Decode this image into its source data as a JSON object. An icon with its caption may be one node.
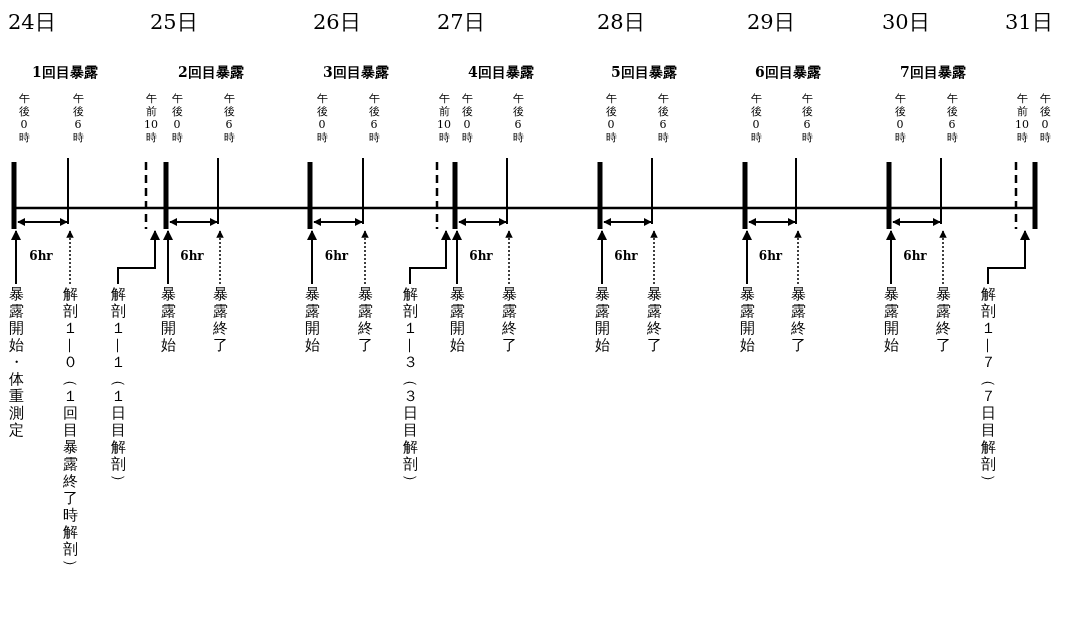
{
  "diagram": {
    "nodes": [
      {
        "text": [
          "暴露開始・体重測定"
        ]
      },
      {
        "text": [
          "解剖１—０（１回目暴露終了時解剖）"
        ]
      },
      {
        "text": [
          "解剖１—１（１日目解剖）"
        ]
      },
      {
        "text": [
          "暴露開始"
        ]
      },
      {
        "text": [
          "暴露終了"
        ]
      },
      {
        "text": [
          "暴露開始"
        ]
      },
      {
        "text": [
          "暴露終了"
        ]
      },
      {
        "text": [
          "解剖１—３（３日目解剖）"
        ]
      },
      {
        "text": [
          "暴露開始"
        ]
      },
      {
        "text": [
          "暴露終了"
        ]
      },
      {
        "text": [
          "暴露開始"
        ]
      },
      {
        "text": [
          "暴露終了"
        ]
      },
      {
        "text": [
          "暴露開始"
        ]
      },
      {
        "text": [
          "暴露終了"
        ]
      },
      {
        "text": [
          "暴露開始"
        ]
      },
      {
        "text": [
          "暴露終了"
        ]
      },
      {
        "text": [
          "解剖１—７（７日目解剖）"
        ]
      }
    ],
    "edges": [
      {
        "from": 0,
        "to": null,
        "arrow": "to"
      },
      {
        "from": 1,
        "to": null,
        "arrow": "to",
        "style": "dashed"
      },
      {
        "from": 2,
        "to": null,
        "arrow": "to"
      },
      {
        "from": 3,
        "to": null,
        "arrow": "to"
      },
      {
        "from": 4,
        "to": null,
        "arrow": "to",
        "style": "dashed"
      },
      {
        "from": 5,
        "to": null,
        "arrow": "to"
      },
      {
        "from": 6,
        "to": null,
        "arrow": "to",
        "style": "dashed"
      },
      {
        "from": 7,
        "to": null,
        "arrow": "to"
      },
      {
        "from": 8,
        "to": null,
        "arrow": "to"
      },
      {
        "from": 9,
        "to": null,
        "arrow": "to",
        "style": "dashed"
      },
      {
        "from": 10,
        "to": null,
        "arrow": "to"
      },
      {
        "from": 11,
        "to": null,
        "arrow": "to",
        "style": "dashed"
      },
      {
        "from": 12,
        "to": null,
        "arrow": "to"
      },
      {
        "from": 13,
        "to": null,
        "arrow": "to",
        "style": "dashed"
      },
      {
        "from": 14,
        "to": null,
        "arrow": "to"
      },
      {
        "from": 15,
        "to": null,
        "arrow": "to",
        "style": "dashed"
      },
      {
        "from": 16,
        "to": null,
        "arrow": "to"
      }
    ],
    "labels": [
      "24日",
      "25日",
      "26日",
      "27日",
      "28日",
      "29日",
      "30日",
      "31日",
      "1回目暴露",
      "2回目暴露",
      "3回目暴露",
      "4回目暴露",
      "5回目暴露",
      "6回目暴露",
      "7回目暴露",
      "午後0時",
      "午後6時",
      "午前10時",
      "午後0時",
      "午後6時",
      "午後0時",
      "午後6時",
      "午前10時",
      "午後0時",
      "午後6時",
      "午後0時",
      "午後6時",
      "午後0時",
      "午後6時",
      "午後0時",
      "午後6時",
      "午前10時",
      "午後0時",
      "6hr",
      "6hr",
      "6hr",
      "6hr",
      "6hr",
      "6hr",
      "6hr"
    ]
  }
}
